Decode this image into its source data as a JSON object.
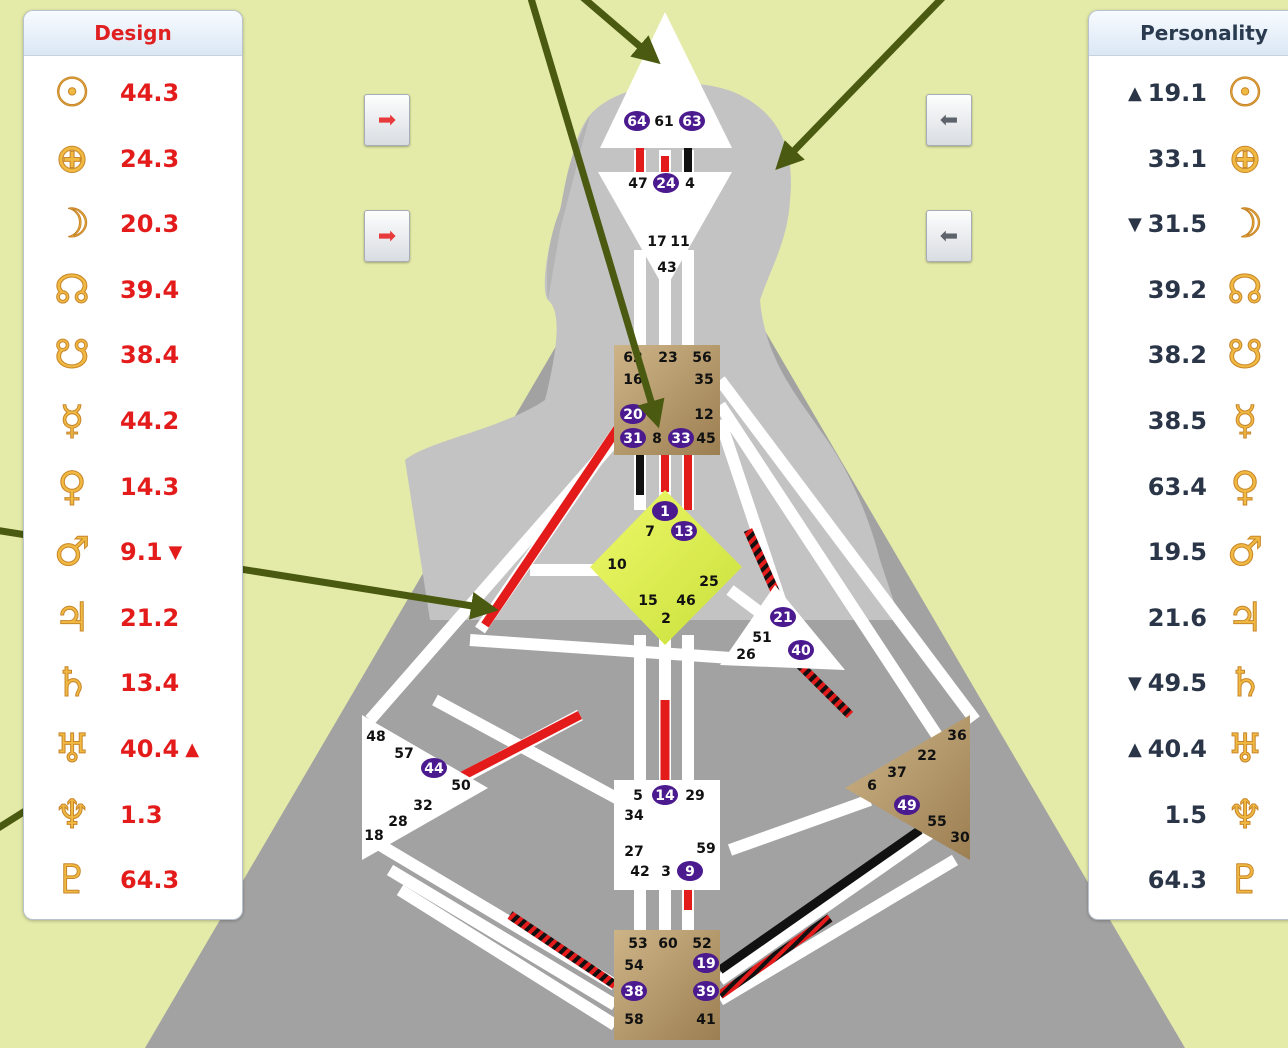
{
  "design_panel": {
    "title": "Design",
    "rows": [
      {
        "icon": "sun-icon",
        "glyph": "☉",
        "value": "44.3",
        "mark": ""
      },
      {
        "icon": "earth-icon",
        "glyph": "⊕",
        "value": "24.3",
        "mark": ""
      },
      {
        "icon": "moon-icon",
        "glyph": "☽",
        "value": "20.3",
        "mark": ""
      },
      {
        "icon": "north-node-icon",
        "glyph": "☊",
        "value": "39.4",
        "mark": ""
      },
      {
        "icon": "south-node-icon",
        "glyph": "☋",
        "value": "38.4",
        "mark": ""
      },
      {
        "icon": "mercury-icon",
        "glyph": "☿",
        "value": "44.2",
        "mark": ""
      },
      {
        "icon": "venus-icon",
        "glyph": "♀",
        "value": "14.3",
        "mark": ""
      },
      {
        "icon": "mars-icon",
        "glyph": "♂",
        "value": "9.1",
        "mark": "▼"
      },
      {
        "icon": "jupiter-icon",
        "glyph": "♃",
        "value": "21.2",
        "mark": ""
      },
      {
        "icon": "saturn-icon",
        "glyph": "♄",
        "value": "13.4",
        "mark": ""
      },
      {
        "icon": "uranus-icon",
        "glyph": "♅",
        "value": "40.4",
        "mark": "▲"
      },
      {
        "icon": "neptune-icon",
        "glyph": "♆",
        "value": "1.3",
        "mark": ""
      },
      {
        "icon": "pluto-icon",
        "glyph": "♇",
        "value": "64.3",
        "mark": ""
      }
    ]
  },
  "personality_panel": {
    "title": "Personality",
    "rows": [
      {
        "icon": "sun-icon",
        "glyph": "☉",
        "value": "19.1",
        "mark": "▲"
      },
      {
        "icon": "earth-icon",
        "glyph": "⊕",
        "value": "33.1",
        "mark": ""
      },
      {
        "icon": "moon-icon",
        "glyph": "☽",
        "value": "31.5",
        "mark": "▼"
      },
      {
        "icon": "north-node-icon",
        "glyph": "☊",
        "value": "39.2",
        "mark": ""
      },
      {
        "icon": "south-node-icon",
        "glyph": "☋",
        "value": "38.2",
        "mark": ""
      },
      {
        "icon": "mercury-icon",
        "glyph": "☿",
        "value": "38.5",
        "mark": ""
      },
      {
        "icon": "venus-icon",
        "glyph": "♀",
        "value": "63.4",
        "mark": ""
      },
      {
        "icon": "mars-icon",
        "glyph": "♂",
        "value": "19.5",
        "mark": ""
      },
      {
        "icon": "jupiter-icon",
        "glyph": "♃",
        "value": "21.6",
        "mark": ""
      },
      {
        "icon": "saturn-icon",
        "glyph": "♄",
        "value": "49.5",
        "mark": "▼"
      },
      {
        "icon": "uranus-icon",
        "glyph": "♅",
        "value": "40.4",
        "mark": "▲"
      },
      {
        "icon": "neptune-icon",
        "glyph": "♆",
        "value": "1.5",
        "mark": ""
      },
      {
        "icon": "pluto-icon",
        "glyph": "♇",
        "value": "64.3",
        "mark": ""
      }
    ]
  },
  "nav_buttons": {
    "design_next_icon": "arrow-right-icon",
    "personality_prev_icon": "arrow-left-icon",
    "design_glyph": "➡",
    "personality_glyph": "⬅"
  },
  "colors": {
    "design_red": "#e41b1b",
    "personality_black": "#111111",
    "center_tan": "#b59a6b",
    "g_center_yellow": "#d9ee4a",
    "annotation_arrow": "#4a5a10",
    "background": "#e4eaa8",
    "defined_purple": "#4b1a8f"
  },
  "gates": {
    "head": [
      "64",
      "61",
      "63"
    ],
    "ajna": [
      "47",
      "24",
      "4",
      "17",
      "11",
      "43"
    ],
    "throat": [
      "62",
      "23",
      "56",
      "16",
      "35",
      "20",
      "12",
      "31",
      "8",
      "33",
      "45"
    ],
    "g_center": [
      "1",
      "7",
      "13",
      "10",
      "25",
      "15",
      "46",
      "2"
    ],
    "heart": [
      "21",
      "51",
      "26",
      "40"
    ],
    "spleen": [
      "48",
      "57",
      "44",
      "50",
      "32",
      "28",
      "18"
    ],
    "sacral": [
      "5",
      "14",
      "29",
      "34",
      "27",
      "59",
      "42",
      "3",
      "9"
    ],
    "solar_plexus": [
      "36",
      "22",
      "6",
      "37",
      "49",
      "55",
      "30"
    ],
    "root": [
      "53",
      "60",
      "52",
      "54",
      "19",
      "38",
      "39",
      "58",
      "41"
    ]
  }
}
